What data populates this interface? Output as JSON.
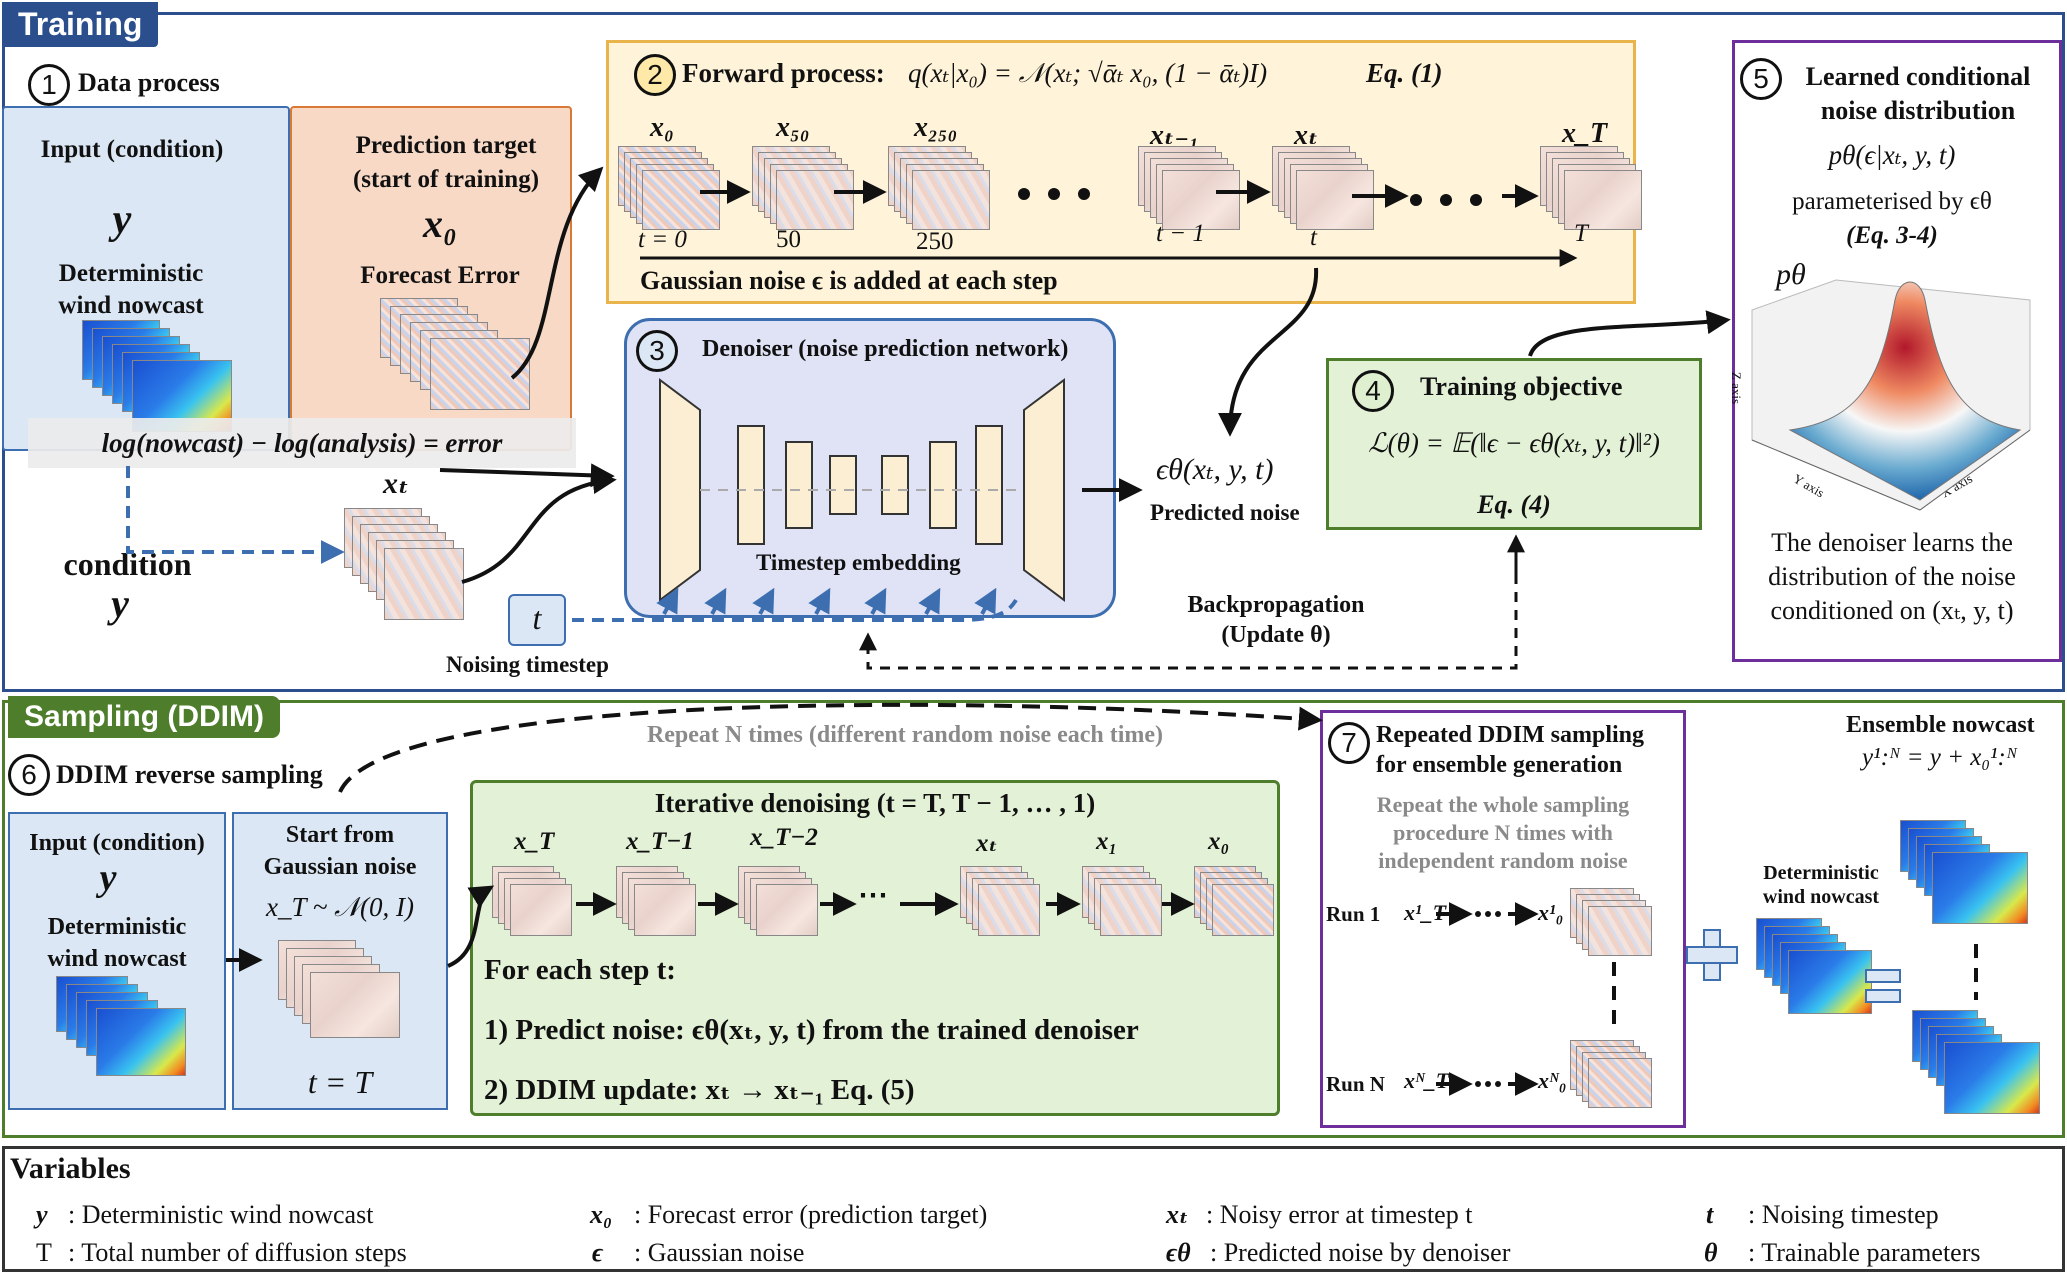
{
  "sections": {
    "training": "Training",
    "sampling": "Sampling (DDIM)",
    "variables": "Variables"
  },
  "step1": {
    "num": "1",
    "title": "Data process",
    "input_title": "Input (condition)",
    "input_symbol": "y",
    "input_desc_1": "Deterministic",
    "input_desc_2": "wind nowcast",
    "target_title_1": "Prediction target",
    "target_title_2": "(start of training)",
    "target_symbol": "x₀",
    "target_desc": "Forecast Error",
    "equation": "log(nowcast) − log(analysis) = error",
    "xt_label": "xₜ",
    "condition_1": "condition",
    "condition_2": "y"
  },
  "step2": {
    "num": "2",
    "title": "Forward process:",
    "formula": "q(xₜ|x₀) = 𝒩(xₜ; √ᾱₜ x₀, (1 − ᾱₜ)I)",
    "eq": "Eq. (1)",
    "stage_labels": [
      "x₀",
      "x₅₀",
      "x₂₅₀",
      "xₜ₋₁",
      "xₜ",
      "x_T"
    ],
    "stage_ticks": [
      "t = 0",
      "50",
      "250",
      "t − 1",
      "t",
      "T"
    ],
    "note": "Gaussian noise ϵ is added at each step"
  },
  "step3": {
    "num": "3",
    "title": "Denoiser (noise prediction network)",
    "embedding": "Timestep embedding",
    "t_symbol": "t",
    "t_label": "Noising timestep",
    "output": "ϵθ(xₜ, y, t)",
    "output_label": "Predicted noise",
    "backprop_1": "Backpropagation",
    "backprop_2": "(Update θ)"
  },
  "step4": {
    "num": "4",
    "title": "Training objective",
    "formula": "ℒ(θ) = 𝔼(‖ϵ − ϵθ(xₜ, y, t)‖²)",
    "eq": "Eq. (4)"
  },
  "step5": {
    "num": "5",
    "title_1": "Learned conditional",
    "title_2": "noise distribution",
    "formula": "pθ(ϵ|xₜ, y, t)",
    "param": "parameterised by ϵθ",
    "eq": "(Eq. 3-4)",
    "p_label": "pθ",
    "z_axis": "Z axis",
    "y_axis": "Y axis",
    "x_axis": "X axis",
    "desc_1": "The denoiser learns the",
    "desc_2": "distribution of the noise",
    "desc_3": "conditioned on (xₜ, y, t)"
  },
  "step6": {
    "num": "6",
    "title": "DDIM reverse sampling",
    "repeat": "Repeat N times (different random noise each time)",
    "input_title": "Input (condition)",
    "input_symbol": "y",
    "input_desc_1": "Deterministic",
    "input_desc_2": "wind nowcast",
    "start_1": "Start from",
    "start_2": "Gaussian noise",
    "start_formula": "x_T ~ 𝒩(0, I)",
    "start_t": "t = T",
    "iter_title": "Iterative denoising (t = T, T − 1, … , 1)",
    "iter_labels": [
      "x_T",
      "x_T−1",
      "x_T−2",
      "xₜ",
      "x₁",
      "x₀"
    ],
    "dots": "⋯",
    "for_each": "For each step t:",
    "line1": "1) Predict noise: ϵθ(xₜ, y, t) from the trained denoiser",
    "line2": "2) DDIM update: xₜ → xₜ₋₁ Eq. (5)"
  },
  "step7": {
    "num": "7",
    "title_1": "Repeated DDIM sampling",
    "title_2": "for ensemble generation",
    "desc_1": "Repeat the whole sampling",
    "desc_2": "procedure N times with",
    "desc_3": "independent random noise",
    "run1": "Run 1",
    "runN": "Run N",
    "run1_from": "x¹_T",
    "run1_to": "x¹₀",
    "runN_from": "xᴺ_T",
    "runN_to": "xᴺ₀",
    "ensemble_title": "Ensemble nowcast",
    "ensemble_formula": "y¹:ᴺ = y + x₀¹:ᴺ",
    "det_1": "Deterministic",
    "det_2": "wind nowcast"
  },
  "variables": [
    {
      "sym": "y",
      "desc": ": Deterministic wind nowcast"
    },
    {
      "sym": "x₀",
      "desc": ": Forecast error (prediction target)"
    },
    {
      "sym": "xₜ",
      "desc": ": Noisy error at timestep t"
    },
    {
      "sym": "t",
      "desc": ": Noising timestep"
    },
    {
      "sym": "T",
      "desc": ": Total number of diffusion steps"
    },
    {
      "sym": "ϵ",
      "desc": ": Gaussian noise"
    },
    {
      "sym": "ϵθ",
      "desc": ": Predicted noise by denoiser"
    },
    {
      "sym": "θ",
      "desc": ": Trainable parameters"
    }
  ],
  "colors": {
    "training_tag": "#2a4f8c",
    "sampling_tag": "#4e7e2c",
    "blue_fill": "#dbe7f4",
    "orange_fill": "#f7d9c6",
    "yellow_fill": "#fff4d9",
    "green_fill": "#e3f1d7",
    "purple_border": "#6d2f9c"
  }
}
